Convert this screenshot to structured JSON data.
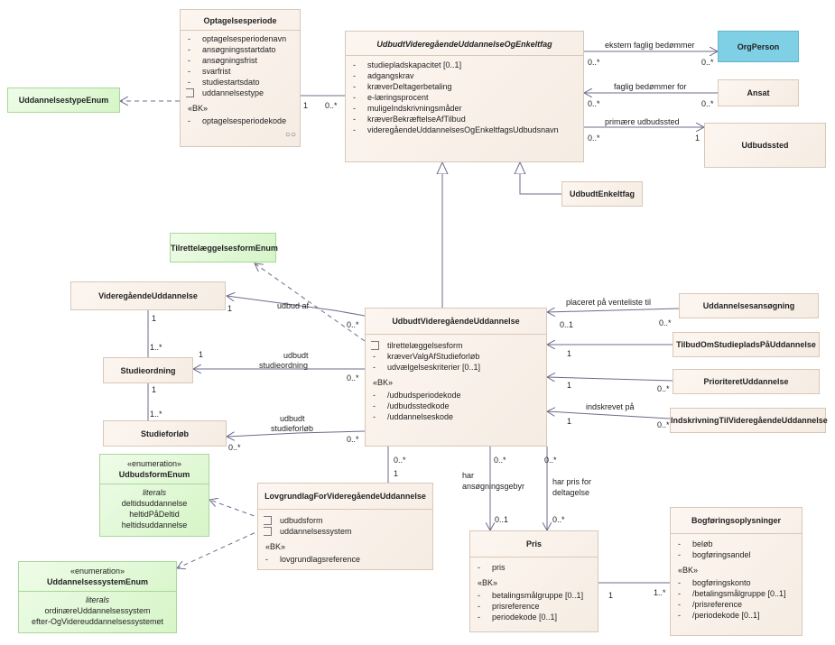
{
  "classes": {
    "optagelsesperiode": {
      "title": "Optagelsesperiode",
      "attributes": [
        "optagelsesperiodenavn",
        "ansøgningsstartdato",
        "ansøgningsfrist",
        "svarfrist",
        "studiestartsdato",
        "uddannelsestype"
      ],
      "bk_label": "«BK»",
      "bk_attributes": [
        "optagelsesperiodekode"
      ]
    },
    "udbudt_vu_enkeltfag": {
      "title": "UdbudtVideregåendeUddannelseOgEnkeltfag",
      "attributes": [
        "studiepladskapacitet [0..1]",
        "adgangskrav",
        "kræverDeltagerbetaling",
        "e-læringsprocent",
        "muligeIndskrivningsmåder",
        "kræverBekræftelseAfTilbud",
        "videregåendeUddannelsesOgEnkeltfagsUdbudsnavn"
      ]
    },
    "orgperson": {
      "title": "OrgPerson"
    },
    "ansat": {
      "title": "Ansat"
    },
    "udbudssted": {
      "title": "Udbudssted"
    },
    "uddannelsestype_enum": {
      "title": "UddannelsestypeEnum"
    },
    "udbudt_enkeltfag": {
      "title": "UdbudtEnkeltfag"
    },
    "tilrettelaeggelsesform_enum": {
      "title": "TilrettelæggelsesformEnum"
    },
    "videregaaende_uddannelse": {
      "title": "VideregåendeUddannelse"
    },
    "studieordning": {
      "title": "Studieordning"
    },
    "studieforloeb": {
      "title": "Studieforløb"
    },
    "udbudt_vu": {
      "title": "UdbudtVideregåendeUddannelse",
      "attributes": [
        "tilrettelæggelsesform",
        "kræverValgAfStudieforløb",
        "udvælgelseskriterier [0..1]"
      ],
      "bk_label": "«BK»",
      "bk_attributes": [
        "/udbudsperiodekode",
        "/udbudsstedkode",
        "/uddannelseskode"
      ]
    },
    "uddannelsesansoegning": {
      "title": "Uddannelsesansøgning"
    },
    "tilbud_studieplads": {
      "title": "TilbudOmStudiepladsPåUddannelse"
    },
    "prioriteret_uddannelse": {
      "title": "PrioriteretUddannelse"
    },
    "indskrivning": {
      "title": "IndskrivningTilVideregåendeUddannelse"
    },
    "udbudsform_enum": {
      "stereotype": "«enumeration»",
      "title": "UdbudsformEnum",
      "literals_label": "literals",
      "literals": [
        "deltidsuddannelse",
        "heltidPåDeltid",
        "heltidsuddannelse"
      ]
    },
    "uddannelsessystem_enum": {
      "stereotype": "«enumeration»",
      "title": "UddannelsessystemEnum",
      "literals_label": "literals",
      "literals": [
        "ordinæreUddannelsessystem",
        "efter-OgVidereuddannelsessystemet"
      ]
    },
    "lovgrundlag": {
      "title": "LovgrundlagForVideregåendeUddannelse",
      "attributes": [
        "udbudsform",
        "uddannelsessystem"
      ],
      "bk_label": "«BK»",
      "bk_attributes": [
        "lovgrundlagsreference"
      ]
    },
    "pris": {
      "title": "Pris",
      "attributes": [
        "pris"
      ],
      "bk_label": "«BK»",
      "bk_attributes": [
        "betalingsmålgruppe [0..1]",
        "prisreference",
        "periodekode [0..1]"
      ]
    },
    "bogfoering": {
      "title": "Bogføringsoplysninger",
      "attributes": [
        "beløb",
        "bogføringsandel"
      ],
      "bk_label": "«BK»",
      "bk_attributes": [
        "bogføringskonto",
        "/betalingsmålgruppe [0..1]",
        "/prisreference",
        "/periodekode [0..1]"
      ]
    }
  },
  "edge_labels": {
    "ekstern": "ekstern faglig bedømmer",
    "faglig": "faglig bedømmer for",
    "primaere": "primære udbudssted",
    "udbud_af": "udbud af",
    "udbudt_so_1": "udbudt",
    "udbudt_so_2": "studieordning",
    "udbudt_sf_1": "udbudt",
    "udbudt_sf_2": "studieforløb",
    "placeret": "placeret på venteliste til",
    "indskrevet": "indskrevet på",
    "har_ans_1": "har",
    "har_ans_2": "ansøgningsgebyr",
    "har_pris_1": "har pris for",
    "har_pris_2": "deltagelse"
  },
  "multiplicities": {
    "opt_1": "1",
    "opt_0n": "0..*",
    "ek_0n_a": "0..*",
    "ek_0n_b": "0..*",
    "fb_0n_a": "0..*",
    "fb_0n_b": "0..*",
    "pu_0n": "0..*",
    "pu_1": "1",
    "ua_1": "1",
    "ua_0n": "0..*",
    "vu_1": "1",
    "so_1n": "1..*",
    "so_1": "1",
    "sf_1n": "1..*",
    "uso_1": "1",
    "uso_0n": "0..*",
    "usf_0n_a": "0..*",
    "usf_0n_b": "0..*",
    "ans_01": "0..1",
    "ans_0n": "0..*",
    "tb_1": "1",
    "pr_1": "1",
    "pr_0n": "0..*",
    "ind_1": "1",
    "ind_0n": "0..*",
    "lov_0n": "0..*",
    "lov_1": "1",
    "pris_a_0n": "0..*",
    "pris_a_01": "0..1",
    "pris_b_0n": "0..*",
    "pris_b_0n2": "0..*",
    "bog_1": "1",
    "bog_1n": "1..*"
  }
}
